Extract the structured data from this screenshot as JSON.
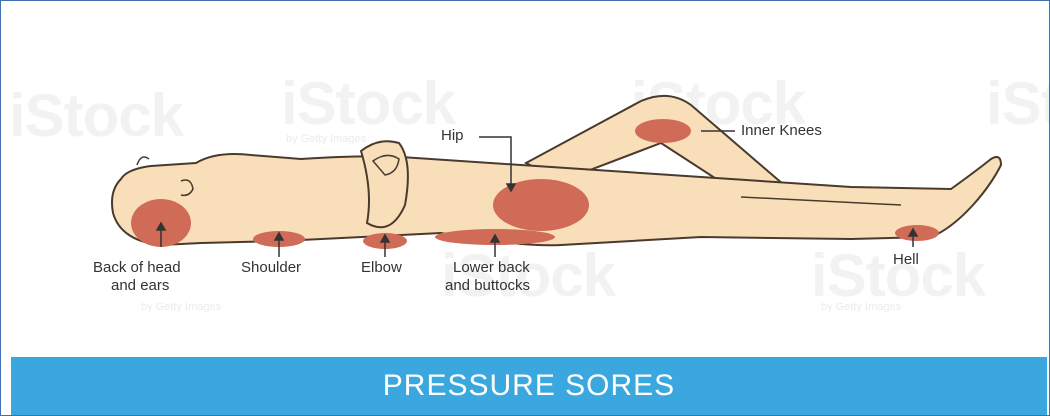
{
  "title": "PRESSURE SORES",
  "watermark": {
    "brand": "iStock",
    "byline": "by Getty Images"
  },
  "labels": {
    "hip": "Hip",
    "inner_knees": "Inner Knees",
    "back_of_head_line1": "Back of head",
    "back_of_head_line2": "and ears",
    "shoulder": "Shoulder",
    "elbow": "Elbow",
    "lower_back_line1": "Lower back",
    "lower_back_line2": "and buttocks",
    "heel": "Hell"
  },
  "colors": {
    "skin": "#f9dfb9",
    "outline": "#4a3a2e",
    "sore": "#d06b58",
    "banner": "#3aa8de",
    "banner_text": "#ffffff",
    "frame": "#3f6fb0"
  }
}
